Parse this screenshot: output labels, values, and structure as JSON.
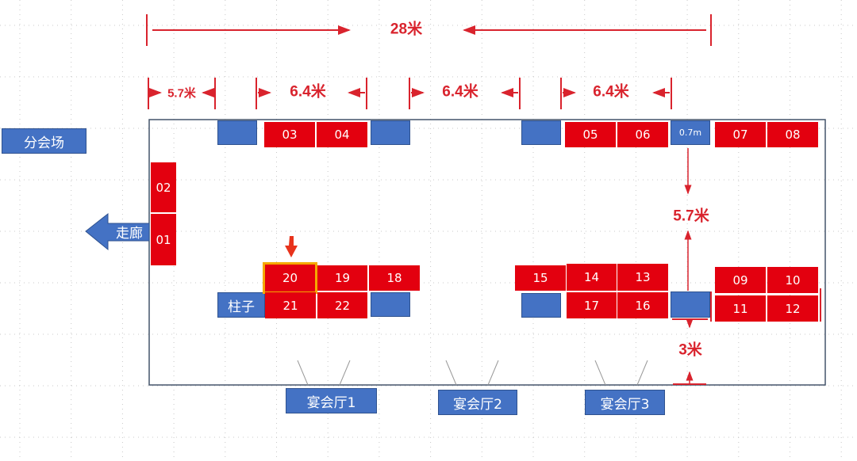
{
  "colors": {
    "booth": "#e3000f",
    "pillar": "#4472c4",
    "dimension": "#d9232d",
    "highlight": "#f5a800",
    "wall": "#44546a"
  },
  "dimensions": {
    "total": "28米",
    "d1": "5.7米",
    "d2": "6.4米",
    "d3": "6.4米",
    "d4": "6.4米",
    "vertical": "5.7米",
    "bottom": "3米",
    "pillar_width": "0.7m"
  },
  "labels": {
    "branch_venue": "分会场",
    "corridor": "走廊",
    "pillar": "柱子",
    "hall1": "宴会厅1",
    "hall2": "宴会厅2",
    "hall3": "宴会厅3"
  },
  "booths": [
    "01",
    "02",
    "03",
    "04",
    "05",
    "06",
    "07",
    "08",
    "09",
    "10",
    "11",
    "12",
    "13",
    "14",
    "15",
    "16",
    "17",
    "18",
    "19",
    "20",
    "21",
    "22"
  ],
  "highlighted_booth": "20"
}
